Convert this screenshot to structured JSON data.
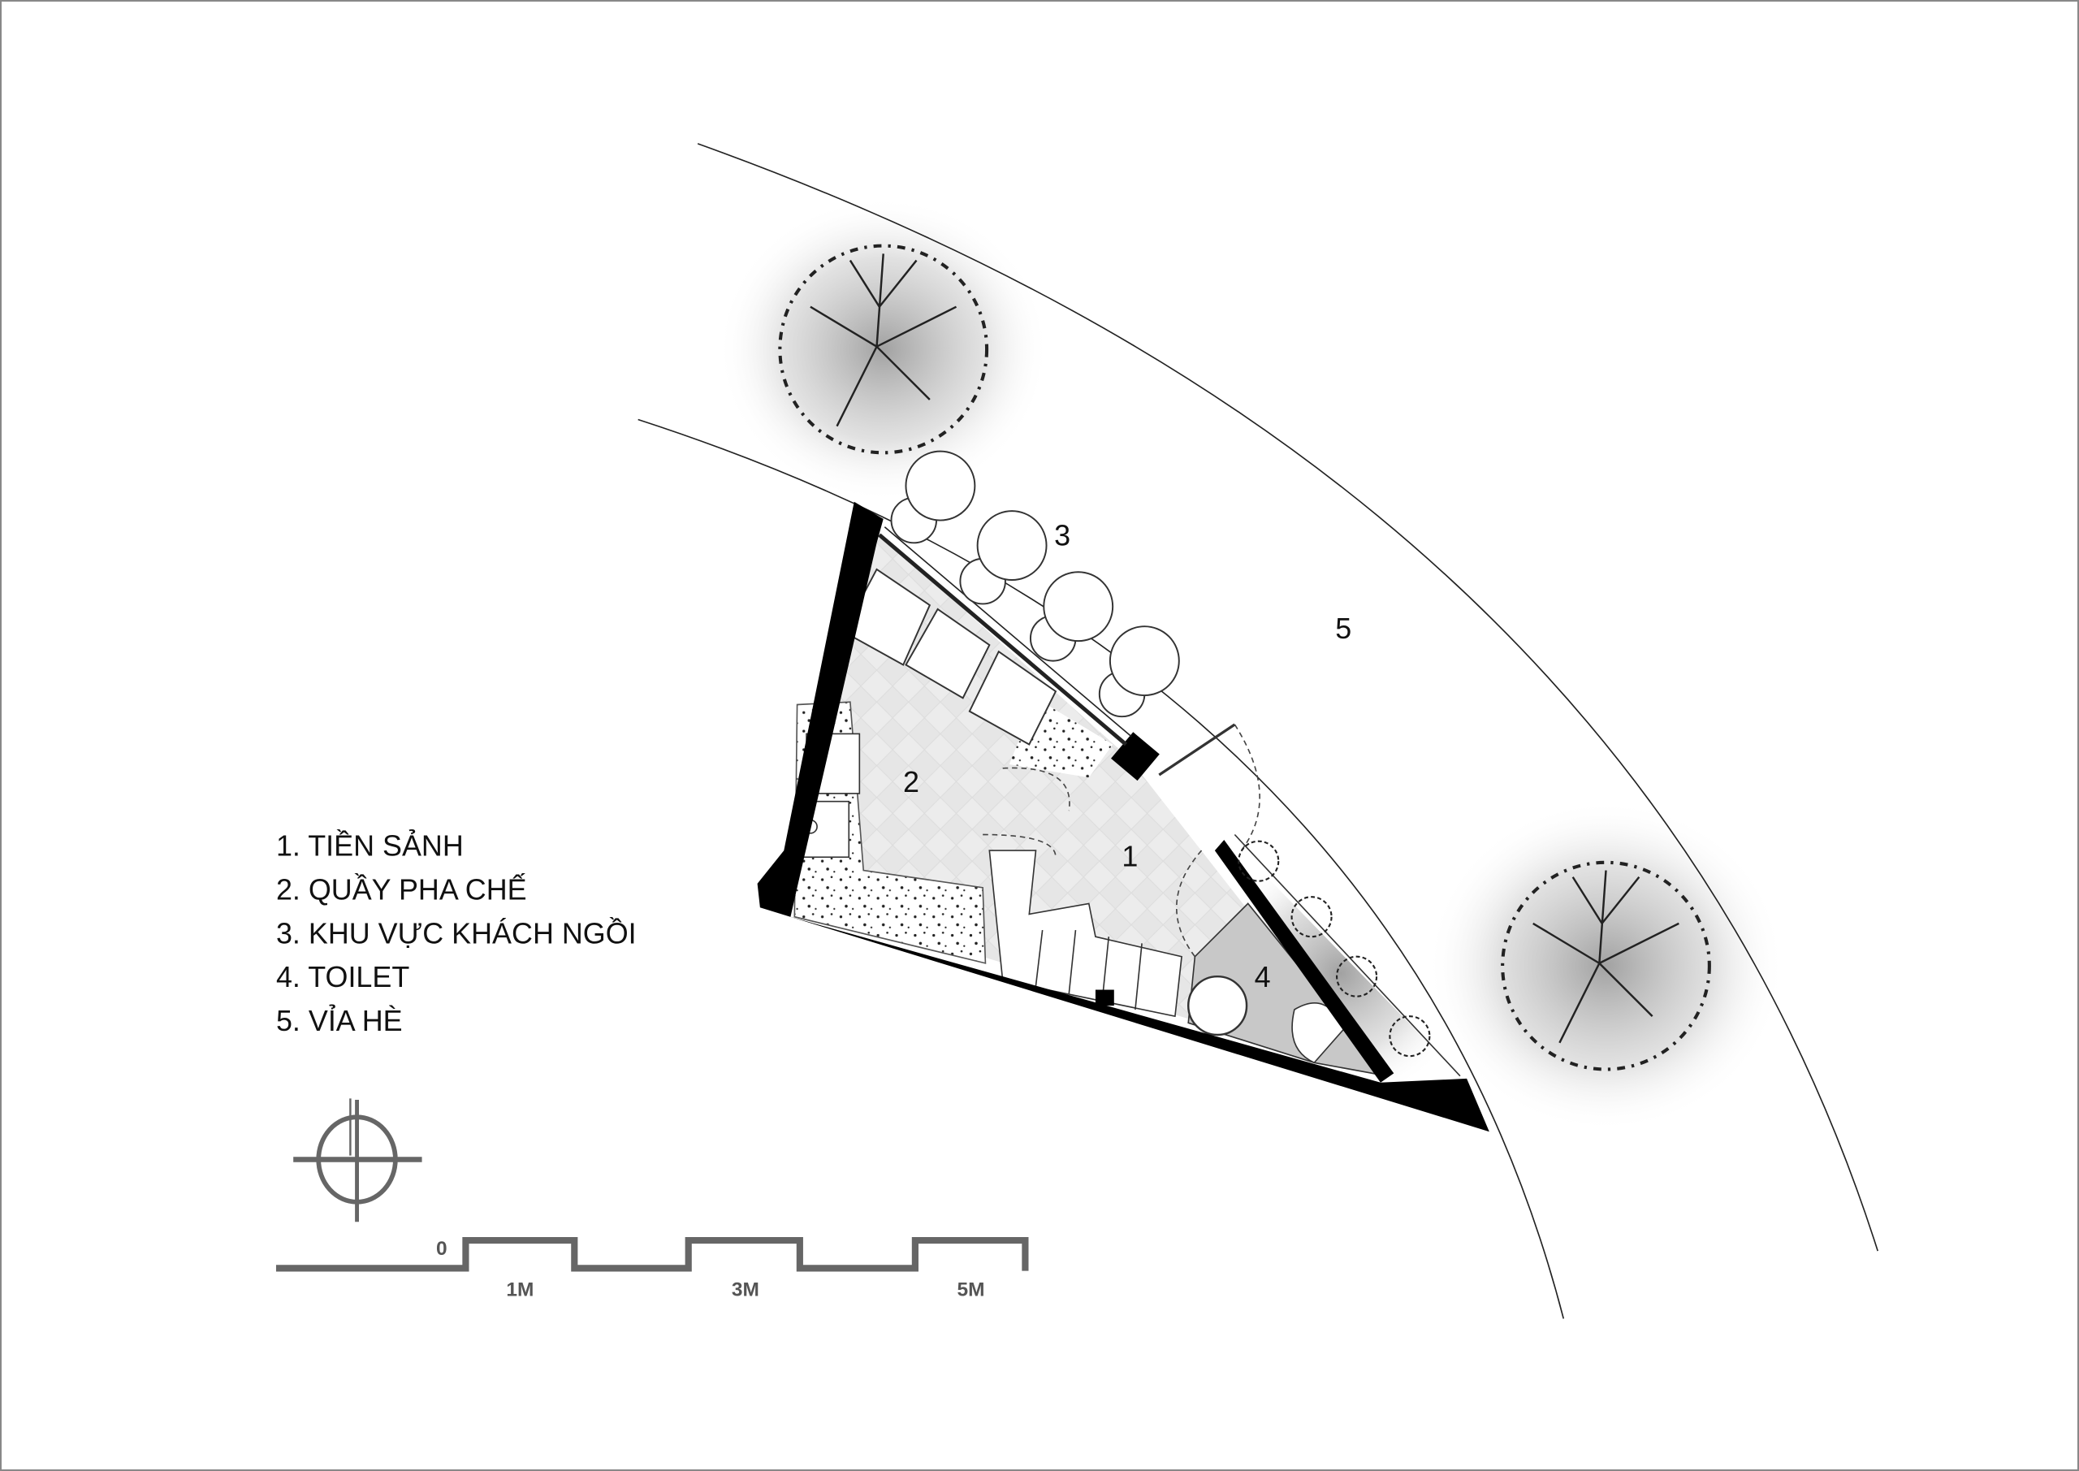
{
  "legend": {
    "items": [
      "1. TIỀN SẢNH",
      "2. QUẦY PHA CHẾ",
      "3. KHU VỰC KHÁCH NGỒI",
      "4. TOILET",
      "5. VỈA HÈ"
    ]
  },
  "rooms": {
    "r1": "1",
    "r2": "2",
    "r3": "3",
    "r4": "4",
    "r5": "5"
  },
  "scale_bar": {
    "zero": "0",
    "labels": [
      "1M",
      "3M",
      "5M"
    ]
  },
  "colors": {
    "wall": "#000000",
    "symbol": "#666666",
    "floor": "#e4e4e4",
    "toilet_floor": "#c8c8c8"
  }
}
